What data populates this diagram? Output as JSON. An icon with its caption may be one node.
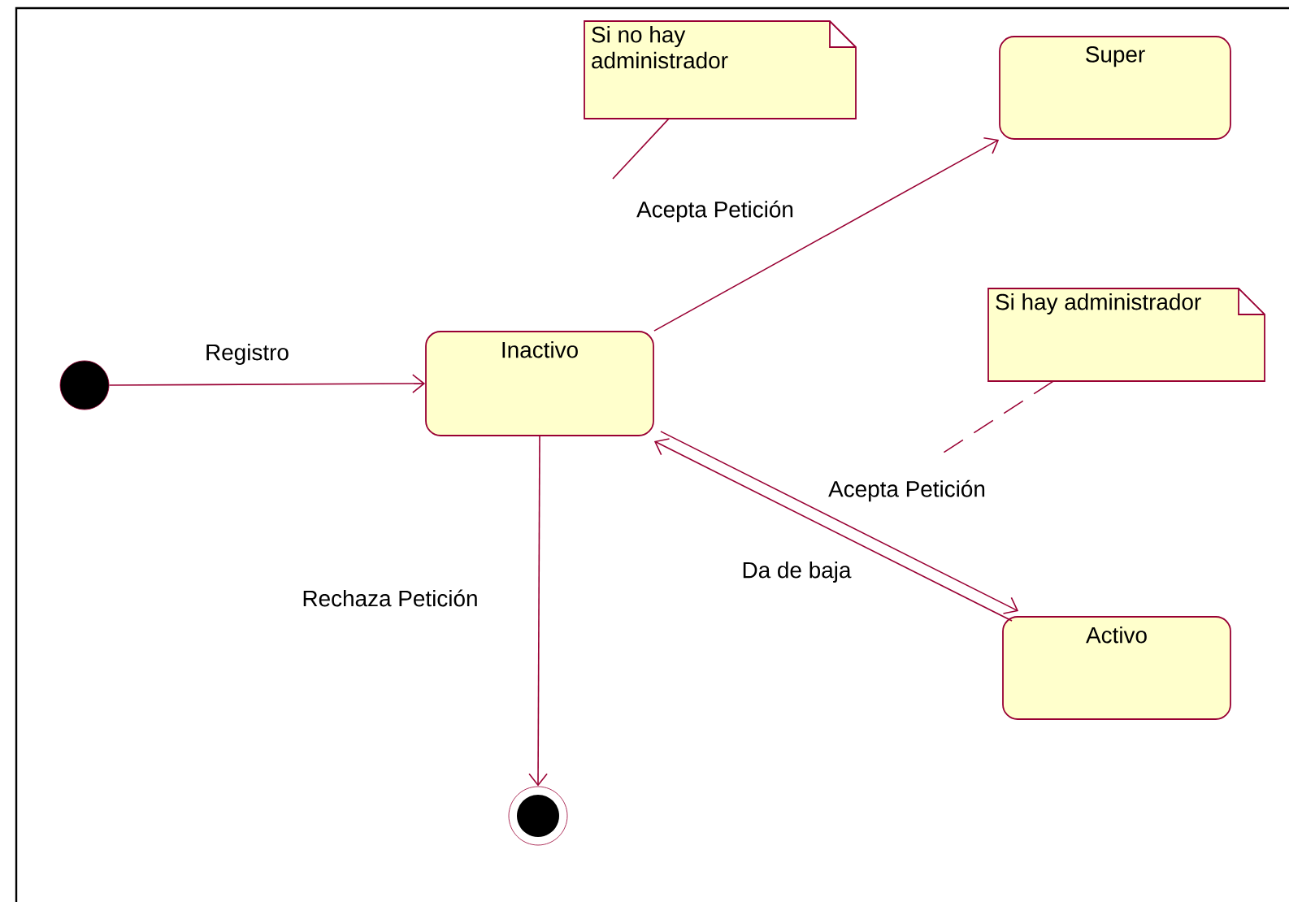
{
  "diagram": {
    "nodes": [
      {
        "text": [],
        "shape": "circle"
      },
      {
        "text": [
          "Inactivo"
        ]
      },
      {
        "text": [
          "Super"
        ]
      },
      {
        "text": [
          "Activo"
        ]
      },
      {
        "text": [],
        "shape": "circle"
      },
      {
        "text": [
          "Si no hay administrador"
        ]
      },
      {
        "text": [
          "Si hay administrador"
        ]
      }
    ],
    "edges": [
      {
        "from": 0,
        "to": 1,
        "arrow": "to",
        "label": "Registro"
      },
      {
        "from": 1,
        "to": 2,
        "arrow": "to",
        "label": "Acepta Petición"
      },
      {
        "from": 1,
        "to": 3,
        "arrow": "to",
        "label": "Acepta Petición"
      },
      {
        "from": 3,
        "to": 1,
        "arrow": "to",
        "label": "Da de baja"
      },
      {
        "from": 1,
        "to": 4,
        "arrow": "to",
        "label": "Rechaza Petición"
      },
      {
        "from": 5,
        "to": null,
        "arrow": "none"
      },
      {
        "from": 6,
        "to": null,
        "arrow": "none",
        "style": "dashed"
      }
    ]
  }
}
